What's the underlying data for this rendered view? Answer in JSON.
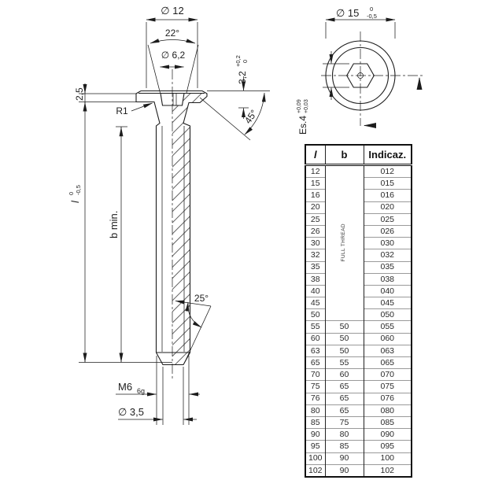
{
  "front": {
    "dia12": "∅ 12",
    "angle22": "22°",
    "dia62": "∅ 6,2",
    "depth": "3,2",
    "depth_tu": "+0,2",
    "depth_tl": "0",
    "flange": "2,5",
    "fillet": "R1",
    "chamfer45": "45°",
    "len": "l",
    "len_tu": "0",
    "len_tl": "-0,5",
    "bmin": "b min.",
    "tip25": "25°",
    "thread": "M6",
    "fit": "6g",
    "dia35": "∅ 3,5"
  },
  "top": {
    "dia15": "∅ 15",
    "dia15_tu": "0",
    "dia15_tl": "-0,5",
    "hex": "Es.4",
    "hex_tu": "+0,09",
    "hex_tl": "+0,03"
  },
  "table": {
    "headers": [
      "l",
      "b",
      "Indicaz."
    ],
    "full_thread_label": "FULL THREAD",
    "rows": [
      {
        "l": "12",
        "b": "",
        "ind": "012"
      },
      {
        "l": "15",
        "b": "",
        "ind": "015"
      },
      {
        "l": "16",
        "b": "",
        "ind": "016"
      },
      {
        "l": "20",
        "b": "",
        "ind": "020"
      },
      {
        "l": "25",
        "b": "",
        "ind": "025"
      },
      {
        "l": "26",
        "b": "",
        "ind": "026"
      },
      {
        "l": "30",
        "b": "",
        "ind": "030"
      },
      {
        "l": "32",
        "b": "",
        "ind": "032"
      },
      {
        "l": "35",
        "b": "",
        "ind": "035"
      },
      {
        "l": "38",
        "b": "",
        "ind": "038"
      },
      {
        "l": "40",
        "b": "",
        "ind": "040"
      },
      {
        "l": "45",
        "b": "",
        "ind": "045"
      },
      {
        "l": "50",
        "b": "",
        "ind": "050"
      },
      {
        "l": "55",
        "b": "50",
        "ind": "055"
      },
      {
        "l": "60",
        "b": "50",
        "ind": "060"
      },
      {
        "l": "63",
        "b": "50",
        "ind": "063"
      },
      {
        "l": "65",
        "b": "55",
        "ind": "065"
      },
      {
        "l": "70",
        "b": "60",
        "ind": "070"
      },
      {
        "l": "75",
        "b": "65",
        "ind": "075"
      },
      {
        "l": "76",
        "b": "65",
        "ind": "076"
      },
      {
        "l": "80",
        "b": "65",
        "ind": "080"
      },
      {
        "l": "85",
        "b": "75",
        "ind": "085"
      },
      {
        "l": "90",
        "b": "80",
        "ind": "090"
      },
      {
        "l": "95",
        "b": "85",
        "ind": "095"
      },
      {
        "l": "100",
        "b": "90",
        "ind": "100"
      },
      {
        "l": "102",
        "b": "90",
        "ind": "102"
      }
    ]
  }
}
